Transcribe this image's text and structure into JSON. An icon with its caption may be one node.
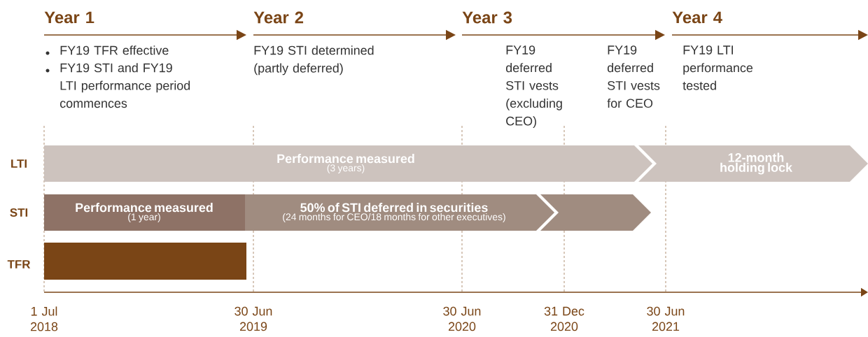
{
  "diagram": {
    "nodes": [
      {
        "text": [
          "Performance measured",
          "(3 years)"
        ]
      },
      {
        "text": [
          "12-month holding lock"
        ]
      },
      {
        "text": [
          "Performance measured",
          "(1 year)"
        ]
      },
      {
        "text": [
          "50% of STI deferred in securities",
          "(24 months for CEO/18 months for other executives)"
        ]
      },
      {
        "text": [],
        "shape": "chevron"
      },
      {
        "text": [],
        "shape": "bar"
      }
    ],
    "labels": [
      "Year 1",
      "Year 2",
      "Year 3",
      "Year 4",
      "FY19 TFR effective",
      "FY19 STI and FY19 LTI performance period commences",
      "FY19 STI determined (partly deferred)",
      "FY19 deferred STI vests (excluding CEO)",
      "FY19 deferred STI vests for CEO",
      "FY19 LTI performance tested",
      "LTI",
      "STI",
      "TFR",
      "1 Jul 2018",
      "30 Jun 2019",
      "30 Jun 2020",
      "31 Dec 2020",
      "30 Jun 2021"
    ]
  }
}
